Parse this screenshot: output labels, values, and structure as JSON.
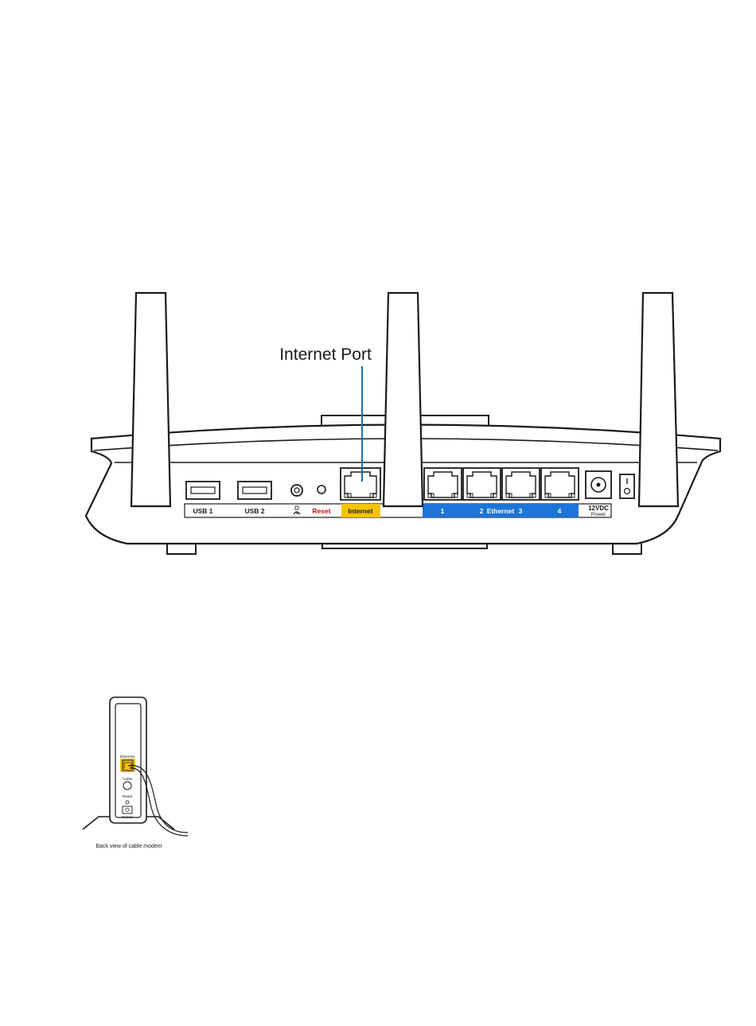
{
  "router": {
    "callout_label": "Internet Port",
    "ports": {
      "usb1": "USB 1",
      "usb2": "USB 2",
      "reset": "Reset",
      "internet": "Internet",
      "eth1": "1",
      "eth2": "2",
      "ethernet": "Ethernet",
      "eth3": "3",
      "eth4": "4",
      "power_volts": "12VDC",
      "power": "Power"
    }
  },
  "modem": {
    "ethernet_label": "Ethernet",
    "cable_label": "Cable",
    "reset_label": "Reset",
    "power_label": "Power",
    "caption": "Back view of cable modem"
  },
  "colors": {
    "internet_port": "#f5c400",
    "ethernet_bar": "#1d74d8",
    "callout_line": "#1a6fb0",
    "reset_text": "#d0021b"
  }
}
